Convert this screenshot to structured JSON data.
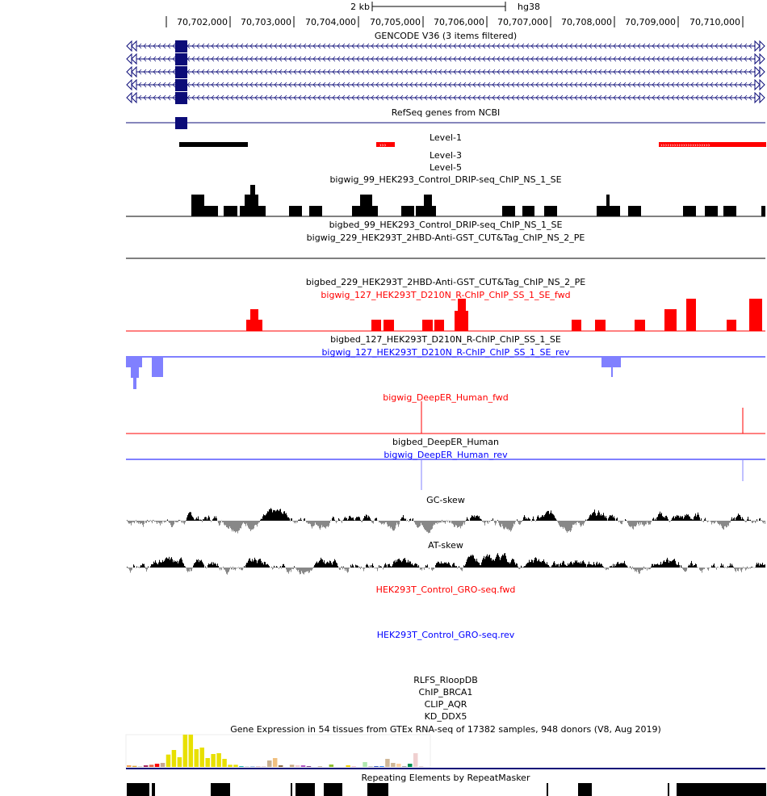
{
  "ruler": {
    "scale_label": "2 kb",
    "assembly": "hg38",
    "positions": [
      "70,702,000",
      "70,703,000",
      "70,704,000",
      "70,705,000",
      "70,706,000",
      "70,707,000",
      "70,708,000",
      "70,709,000",
      "70,710,000"
    ]
  },
  "tracks": {
    "gencode": "GENCODE V36 (3 items filtered)",
    "refseq": "RefSeq genes from NCBI",
    "level1": "Level-1",
    "level3": "Level-3",
    "level5": "Level-5",
    "bigwig_99": "bigwig_99_HEK293_Control_DRIP-seq_ChIP_NS_1_SE",
    "bigbed_99": "bigbed_99_HEK293_Control_DRIP-seq_ChIP_NS_1_SE",
    "bigwig_229": "bigwig_229_HEK293T_2HBD-Anti-GST_CUT&Tag_ChIP_NS_2_PE",
    "bigbed_229": "bigbed_229_HEK293T_2HBD-Anti-GST_CUT&Tag_ChIP_NS_2_PE",
    "bigwig_127_fwd": "bigwig_127_HEK293T_D210N_R-ChIP_ChIP_SS_1_SE_fwd",
    "bigbed_127": "bigbed_127_HEK293T_D210N_R-ChIP_ChIP_SS_1_SE",
    "bigwig_127_rev": "bigwig_127_HEK293T_D210N_R-ChIP_ChIP_SS_1_SE_rev",
    "deeper_fwd": "bigwig_DeepER_Human_fwd",
    "deeper_bed": "bigbed_DeepER_Human",
    "deeper_rev": "bigwig_DeepER_Human_rev",
    "gc_skew": "GC-skew",
    "at_skew": "AT-skew",
    "gro_fwd": "HEK293T_Control_GRO-seq.fwd",
    "gro_rev": "HEK293T_Control_GRO-seq.rev",
    "rlfs": "RLFS_RloopDB",
    "chip_brca1": "ChIP_BRCA1",
    "clip_aqr": "CLIP_AQR",
    "kd_ddx5": "KD_DDX5",
    "gtex": "Gene Expression in 54 tissues from GTEx RNA-seq of 17382 samples, 948 donors (V8, Aug 2019)",
    "repeatmasker": "Repeating Elements by RepeatMasker"
  },
  "colors": {
    "gene": "#0c0c78",
    "fwd": "#ff0000",
    "rev": "#0000ff",
    "rev_fill": "#8080ff",
    "skew_pos": "#000000",
    "skew_neg": "#888888"
  },
  "gtex_expression": {
    "relative_values": [
      6,
      4,
      2,
      6,
      8,
      12,
      15,
      46,
      63,
      36,
      120,
      120,
      66,
      72,
      33,
      48,
      51,
      30,
      8,
      8,
      3,
      2,
      3,
      3,
      3,
      24,
      33,
      6,
      0,
      8,
      6,
      6,
      3,
      0,
      3,
      0,
      9,
      0,
      0,
      6,
      3,
      0,
      18,
      3,
      3,
      3,
      30,
      15,
      12,
      3,
      12,
      51,
      3,
      0
    ],
    "bar_colors": [
      "#f5a04a",
      "#d9a030",
      "#c8b8a0",
      "#a0205a",
      "#e86040",
      "#ff0000",
      "#c8a890",
      "#e8e000",
      "#e8e000",
      "#e8e000",
      "#e8e000",
      "#e8e000",
      "#e8e000",
      "#e8e000",
      "#e8e000",
      "#e8e000",
      "#e8e000",
      "#e8e000",
      "#e8e000",
      "#e8e000",
      "#20b0b0",
      "#c0c0c0",
      "#a0c0e0",
      "#e0c0c0",
      "#e0d0d0",
      "#c8b090",
      "#f0c080",
      "#8a6a40",
      "#c0c0c0",
      "#c8a880",
      "#f0c8d0",
      "#b050c0",
      "#7a3a8a",
      "#c0c0c0",
      "#c8b8a0",
      "#c0c0c0",
      "#90c030",
      "#c0c0c0",
      "#c0c0c0",
      "#f0d000",
      "#f0c0c8",
      "#c0c0c0",
      "#b0e8b0",
      "#c0c0c0",
      "#3050c0",
      "#3080f0",
      "#d0b898",
      "#d0b898",
      "#ffd0a0",
      "#a0a0a0",
      "#009050",
      "#f0d0d0",
      "#e0d0d0",
      "#c0c0c0"
    ]
  }
}
